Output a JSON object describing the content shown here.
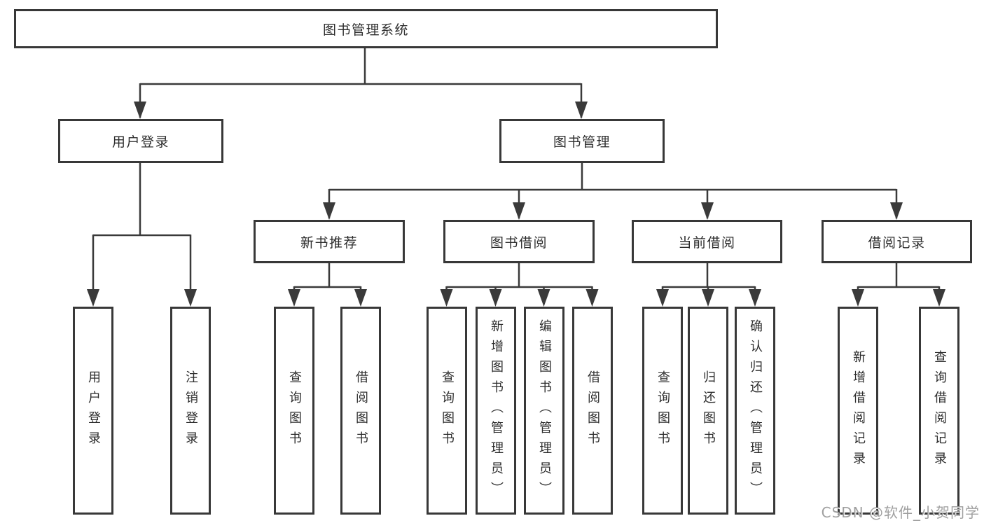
{
  "tree": {
    "root": "图书管理系统",
    "children": [
      {
        "label": "用户登录",
        "children": [
          {
            "label": "用户登录"
          },
          {
            "label": "注销登录"
          }
        ]
      },
      {
        "label": "图书管理",
        "children": [
          {
            "label": "新书推荐",
            "children": [
              {
                "label": "查询图书"
              },
              {
                "label": "借阅图书"
              }
            ]
          },
          {
            "label": "图书借阅",
            "children": [
              {
                "label": "查询图书"
              },
              {
                "label": "新增图书（管理员）"
              },
              {
                "label": "编辑图书（管理员）"
              },
              {
                "label": "借阅图书"
              }
            ]
          },
          {
            "label": "当前借阅",
            "children": [
              {
                "label": "查询图书"
              },
              {
                "label": "归还图书"
              },
              {
                "label": "确认归还（管理员）"
              }
            ]
          },
          {
            "label": "借阅记录",
            "children": [
              {
                "label": "新增借阅记录"
              },
              {
                "label": "查询借阅记录"
              }
            ]
          }
        ]
      }
    ]
  },
  "watermark": {
    "text": "CSDN @软件_小贺同学"
  },
  "colors": {
    "line": "#3a3a3a",
    "border": "#383838",
    "text": "#2d2d2d",
    "watermark": "#9f9f9f",
    "background": "#ffffff"
  }
}
